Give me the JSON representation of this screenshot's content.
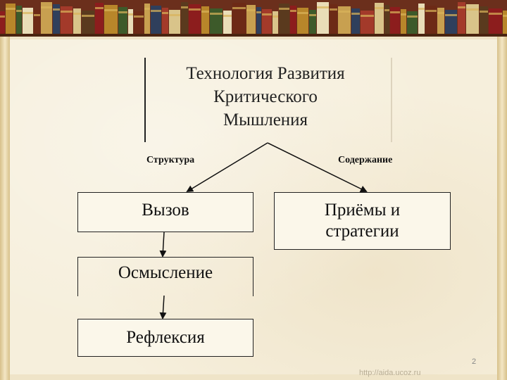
{
  "title": {
    "line1": "Технология Развития",
    "line2": "Критического",
    "line3": "Мышления"
  },
  "branches": {
    "left_label": "Структура",
    "right_label": "Содержание"
  },
  "structure_steps": [
    {
      "label": "Вызов"
    },
    {
      "label": "Осмысление"
    },
    {
      "label": "Рефлексия"
    }
  ],
  "content_box": {
    "line1": "Приёмы и",
    "line2": "стратегии"
  },
  "footer": {
    "page_number": "2",
    "watermark": "http://aida.ucoz.ru"
  },
  "colors": {
    "background": "#f6efdc",
    "line": "#222222",
    "shelf": "#6b2f1c"
  }
}
